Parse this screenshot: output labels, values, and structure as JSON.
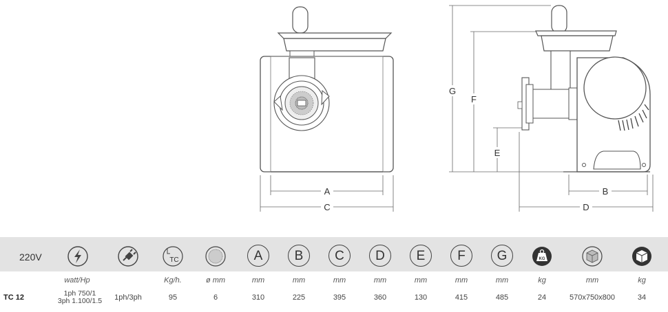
{
  "dimension_labels": {
    "front": {
      "a": "A",
      "c": "C"
    },
    "side": {
      "g": "G",
      "f": "F",
      "e": "E",
      "b": "B",
      "d": "D"
    }
  },
  "icons": [
    "power-icon",
    "plug-phase-icon",
    "production-rate-icon",
    "plate-hole-icon",
    "weight-kg-icon",
    "package-box-icon",
    "packed-weight-icon"
  ],
  "spec_table": {
    "voltage": "220V",
    "header_letters": [
      "A",
      "B",
      "C",
      "D",
      "E",
      "F",
      "G"
    ],
    "weight_badge": "KG",
    "tc_badge": "TC",
    "units": [
      "watt/Hp",
      "Kg/h.",
      "ø mm",
      "mm",
      "mm",
      "mm",
      "mm",
      "mm",
      "mm",
      "mm",
      "kg",
      "mm",
      "kg"
    ],
    "row": {
      "model": "TC 12",
      "power_line1": "1ph 750/1",
      "power_line2": "3ph 1.100/1.5",
      "phase": "1ph/3ph",
      "values": [
        "95",
        "6",
        "310",
        "225",
        "395",
        "360",
        "130",
        "415",
        "485",
        "24",
        "570x750x800",
        "34"
      ]
    }
  }
}
